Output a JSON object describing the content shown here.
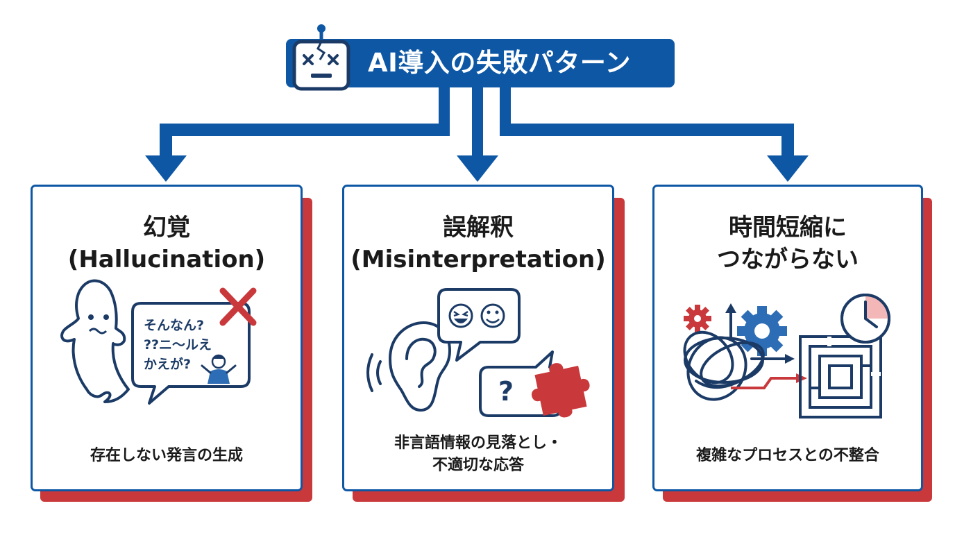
{
  "header": {
    "title": "AI導入の失敗パターン",
    "icon": "broken-robot-icon"
  },
  "colors": {
    "primary": "#0d57a5",
    "accent_red": "#c9393b",
    "text": "#1a1a1a"
  },
  "cards": [
    {
      "title_line1": "幻覚",
      "title_line2": "(Hallucination)",
      "bubble_lines": [
        "そんなん?",
        "??ニ〜ルえ",
        "かえが?"
      ],
      "description_line1": "存在しない発言の生成",
      "icons": [
        "ghost-icon",
        "speech-bubble-icon",
        "red-x-icon",
        "confused-person-icon"
      ]
    },
    {
      "title_line1": "誤解釈",
      "title_line2": "(Misinterpretation)",
      "question_mark": "?",
      "description_line1": "非言語情報の見落とし・",
      "description_line2": "不適切な応答",
      "icons": [
        "ear-icon",
        "sound-waves-icon",
        "emoji-bubble-icon",
        "question-bubble-icon",
        "puzzle-piece-icon"
      ]
    },
    {
      "title_line1": "時間短縮に",
      "title_line2": "つながらない",
      "description_line1": "複雑なプロセスとの不整合",
      "icons": [
        "gear-icon",
        "tangled-lines-icon",
        "maze-icon",
        "clock-icon",
        "arrow-icon"
      ]
    }
  ]
}
